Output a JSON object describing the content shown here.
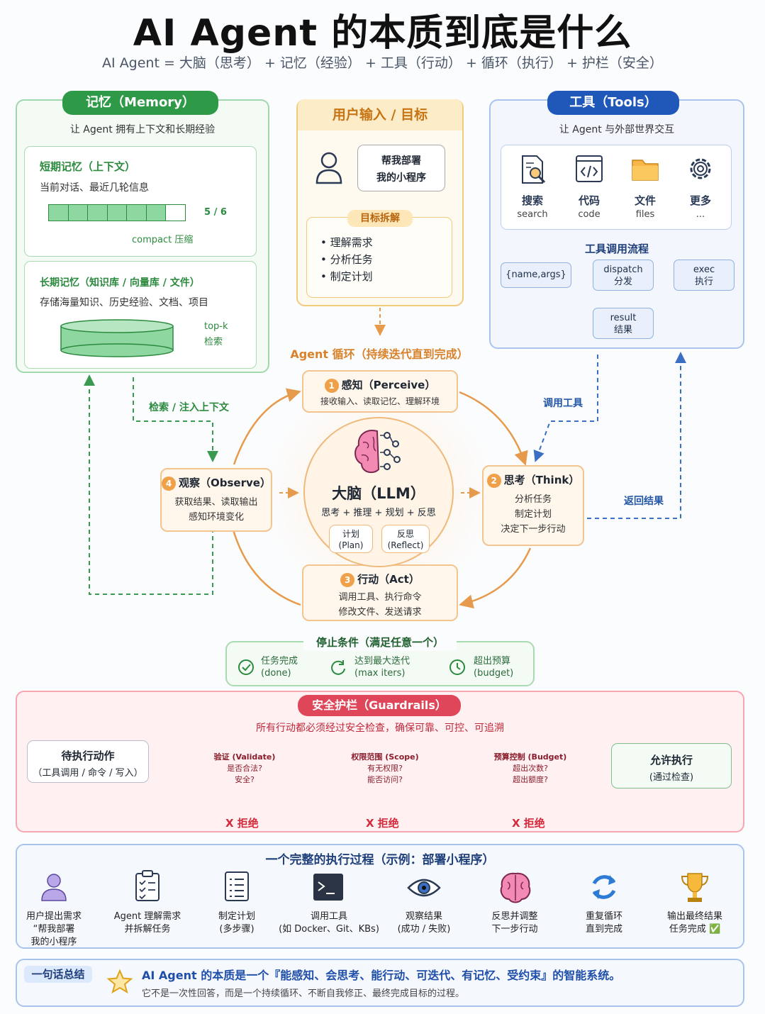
{
  "header": {
    "title": "AI Agent 的本质到底是什么",
    "subtitle": "AI Agent = 大脑（思考） + 记忆（经验） + 工具（行动） + 循环（执行） + 护栏（安全）"
  },
  "memory": {
    "pill": "记忆（Memory）",
    "desc": "让 Agent 拥有上下文和长期经验",
    "short_title": "短期记忆（上下文）",
    "short_desc": "当前对话、最近几轮信息",
    "short_count": "5 / 6",
    "compact": "compact 压缩",
    "long_title": "长期记忆（知识库 / 向量库 / 文件）",
    "long_desc": "存储海量知识、历史经验、文档、项目",
    "topk_1": "top-k",
    "topk_2": "检索"
  },
  "user": {
    "title": "用户输入 / 目标",
    "bubble_1": "帮我部署",
    "bubble_2": "我的小程序",
    "decomp_title": "目标拆解",
    "items": [
      "理解需求",
      "分析任务",
      "制定计划"
    ]
  },
  "tools": {
    "pill": "工具（Tools）",
    "desc": "让 Agent 与外部世界交互",
    "items": [
      {
        "name": "搜索",
        "en": "search",
        "icon": "search-doc-icon"
      },
      {
        "name": "代码",
        "en": "code",
        "icon": "code-icon"
      },
      {
        "name": "文件",
        "en": "files",
        "icon": "folder-icon"
      },
      {
        "name": "更多",
        "en": "...",
        "icon": "gear-icon"
      }
    ],
    "flow_title": "工具调用流程",
    "flow_call": "{name,args}",
    "flow_dispatch_1": "dispatch",
    "flow_dispatch_2": "分发",
    "flow_exec_1": "exec",
    "flow_exec_2": "执行",
    "flow_result_1": "result",
    "flow_result_2": "结果"
  },
  "loop": {
    "title": "Agent 循环（持续迭代直到完成）",
    "retrieve": "检索 / 注入上下文",
    "call_tool": "调用工具",
    "return_result": "返回结果",
    "perceive": {
      "num": "1",
      "title": "感知（Perceive）",
      "desc": "接收输入、读取记忆、理解环境"
    },
    "think": {
      "num": "2",
      "title": "思考（Think）",
      "desc": [
        "分析任务",
        "制定计划",
        "决定下一步行动"
      ]
    },
    "act": {
      "num": "3",
      "title": "行动（Act）",
      "desc": [
        "调用工具、执行命令",
        "修改文件、发送请求"
      ]
    },
    "observe": {
      "num": "4",
      "title": "观察（Observe）",
      "desc": [
        "获取结果、读取输出",
        "感知环境变化"
      ]
    },
    "brain": {
      "title": "大脑（LLM）",
      "desc": "思考 + 推理 + 规划 + 反思",
      "plan_1": "计划",
      "plan_2": "(Plan)",
      "reflect_1": "反思",
      "reflect_2": "(Reflect)"
    }
  },
  "stop": {
    "title": "停止条件（满足任意一个）",
    "items": [
      {
        "l1": "任务完成",
        "l2": "(done)",
        "icon": "check-circle-icon"
      },
      {
        "l1": "达到最大迭代",
        "l2": "(max iters)",
        "icon": "refresh-icon"
      },
      {
        "l1": "超出预算",
        "l2": "(budget)",
        "icon": "clock-icon"
      }
    ]
  },
  "guardrails": {
    "pill": "安全护栏（Guardrails）",
    "desc": "所有行动都必须经过安全检查，确保可靠、可控、可追溯",
    "pending_1": "待执行动作",
    "pending_2": "（工具调用 / 命令 / 写入）",
    "checks": [
      {
        "l1": "验证 (Validate)",
        "l2": "是否合法?",
        "l3": "安全?"
      },
      {
        "l1": "权限范围 (Scope)",
        "l2": "有无权限?",
        "l3": "能否访问?"
      },
      {
        "l1": "预算控制 (Budget)",
        "l2": "超出次数?",
        "l3": "超出额度?"
      }
    ],
    "reject": "X 拒绝",
    "allow_1": "允许执行",
    "allow_2": "(通过检查)"
  },
  "execution": {
    "title": "一个完整的执行过程（示例：部署小程序）",
    "steps": [
      {
        "l1": "用户提出需求",
        "l2": "“帮我部署",
        "l3": "我的小程序",
        "icon": "user-icon"
      },
      {
        "l1": "Agent 理解需求",
        "l2": "并拆解任务",
        "l3": "",
        "icon": "checklist-icon"
      },
      {
        "l1": "制定计划",
        "l2": "(多步骤)",
        "l3": "",
        "icon": "list-icon"
      },
      {
        "l1": "调用工具",
        "l2": "(如 Docker、Git、KBs)",
        "l3": "",
        "icon": "terminal-icon"
      },
      {
        "l1": "观察结果",
        "l2": "(成功 / 失败)",
        "l3": "",
        "icon": "eye-icon"
      },
      {
        "l1": "反思并调整",
        "l2": "下一步行动",
        "l3": "",
        "icon": "brain-icon"
      },
      {
        "l1": "重复循环",
        "l2": "直到完成",
        "l3": "",
        "icon": "loop-icon"
      },
      {
        "l1": "输出最终结果",
        "l2": "任务完成 ✅",
        "l3": "",
        "icon": "trophy-icon"
      }
    ]
  },
  "summary": {
    "label": "一句话总结",
    "main": "AI Agent 的本质是一个『能感知、会思考、能行动、可迭代、有记忆、受约束』的智能系统。",
    "sub": "它不是一次性回答，而是一个持续循环、不断自我修正、最终完成目标的过程。"
  },
  "colors": {
    "green": "#2b8a3e",
    "blue": "#2557a7",
    "orange": "#f0a048",
    "red": "#d6293b"
  }
}
